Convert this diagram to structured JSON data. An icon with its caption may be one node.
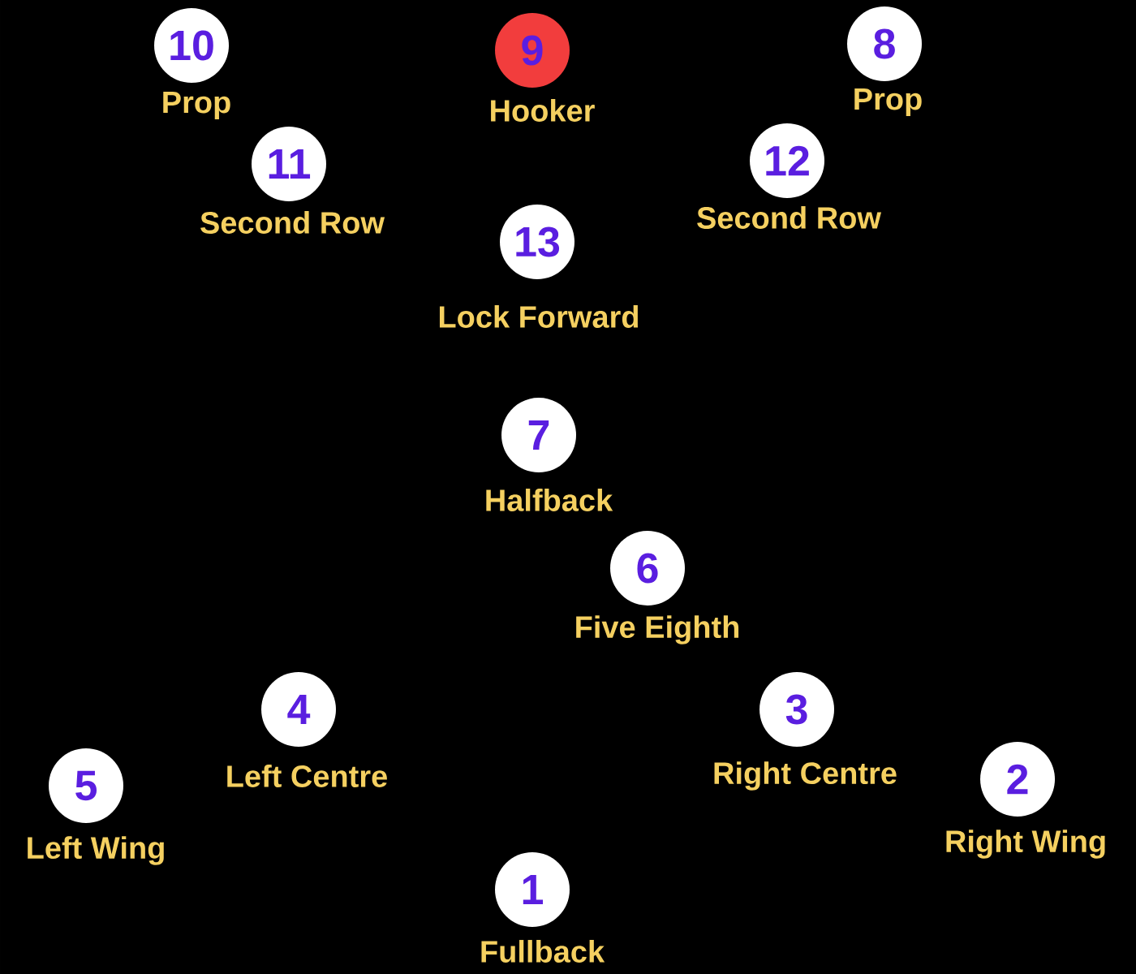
{
  "diagram": {
    "nodes": [
      {
        "text": [
          "10"
        ],
        "beside": [
          "Prop"
        ]
      },
      {
        "text": [
          "9"
        ],
        "beside": [
          "Hooker"
        ]
      },
      {
        "text": [
          "8"
        ],
        "beside": [
          "Prop"
        ]
      },
      {
        "text": [
          "11"
        ],
        "beside": [
          "Second Row"
        ]
      },
      {
        "text": [
          "12"
        ],
        "beside": [
          "Second Row"
        ]
      },
      {
        "text": [
          "13"
        ],
        "beside": [
          "Lock Forward"
        ]
      },
      {
        "text": [
          "7"
        ],
        "beside": [
          "Halfback"
        ]
      },
      {
        "text": [
          "6"
        ],
        "beside": [
          "Five Eighth"
        ]
      },
      {
        "text": [
          "4"
        ],
        "beside": [
          "Left Centre"
        ]
      },
      {
        "text": [
          "3"
        ],
        "beside": [
          "Right Centre"
        ]
      },
      {
        "text": [
          "5"
        ],
        "beside": [
          "Left Wing"
        ]
      },
      {
        "text": [
          "2"
        ],
        "beside": [
          "Right Wing"
        ]
      },
      {
        "text": [
          "1"
        ],
        "beside": [
          "Fullback"
        ]
      }
    ]
  }
}
